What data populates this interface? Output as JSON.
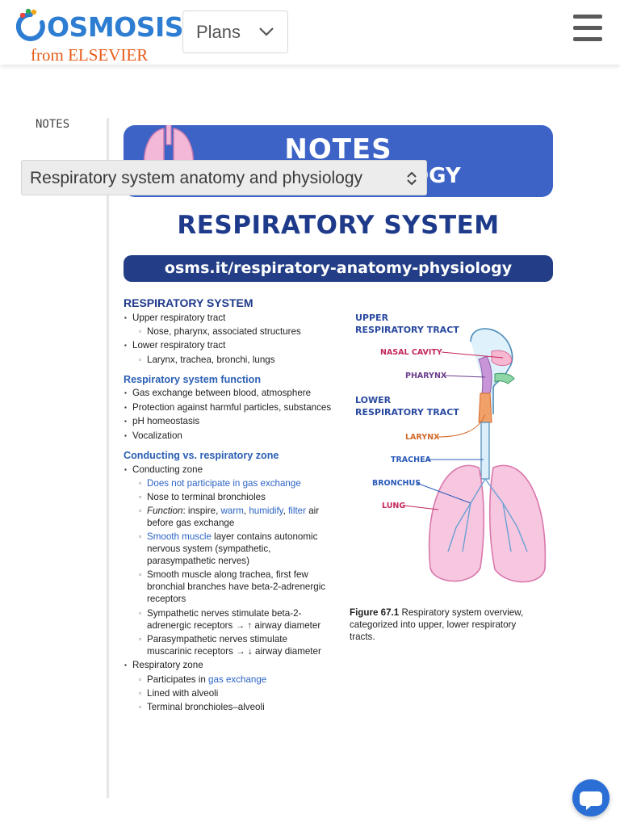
{
  "header": {
    "logo_word": "OSMOSIS",
    "logo_sub": "from ELSEVIER",
    "plans_label": "Plans",
    "brand_blue": "#2d7dd2",
    "brand_orange": "#e85c1a"
  },
  "sidebar": {
    "title": "NOTES",
    "selector_value": "Respiratory system anatomy and physiology"
  },
  "document": {
    "banner_title": "NOTES",
    "banner_subtitle_visible": "OGY",
    "chapter_title": "RESPIRATORY SYSTEM",
    "link": "osms.it/respiratory-anatomy-physiology",
    "section_title": "RESPIRATORY SYSTEM",
    "s1": {
      "i1": "Upper respiratory tract",
      "i1a": "Nose, pharynx, associated structures",
      "i2": "Lower respiratory tract",
      "i2a": "Larynx, trachea, bronchi, lungs"
    },
    "function_head": "Respiratory system function",
    "f": {
      "i1": "Gas exchange between blood, atmosphere",
      "i2": "Protection against harmful particles, substances",
      "i3": "pH homeostasis",
      "i4": "Vocalization"
    },
    "zone_head": "Conducting vs. respiratory zone",
    "z": {
      "i1": "Conducting zone",
      "a1": "Does not participate in gas exchange",
      "a2": "Nose to terminal bronchioles",
      "a3_italic": "Function",
      "a3_pre": ": inspire, ",
      "a3_warm": "warm",
      "a3_sep1": ", ",
      "a3_humidify": "humidify",
      "a3_sep2": ", ",
      "a3_filter": "filter",
      "a3_post": " air before gas exchange",
      "a4_blue": "Smooth muscle",
      "a4_rest": " layer contains autonomic nervous system (sympathetic, parasympathetic nerves)",
      "a5": "Smooth muscle along trachea, first few bronchial branches have beta-2-adrenergic receptors",
      "a6": "Sympathetic nerves stimulate beta-2-adrenergic receptors → ↑ airway diameter",
      "a7": "Parasympathetic nerves stimulate muscarinic receptors → ↓ airway diameter",
      "i2": "Respiratory zone",
      "b1_pre": "Participates in ",
      "b1_blue": "gas exchange",
      "b2": "Lined with alveoli",
      "b3": "Terminal bronchioles–alveoli"
    },
    "diagram": {
      "upper_label_1": "UPPER",
      "upper_label_2": "RESPIRATORY TRACT",
      "lower_label_1": "LOWER",
      "lower_label_2": "RESPIRATORY TRACT",
      "nasal_cavity": "NASAL CAVITY",
      "pharynx": "PHARYNX",
      "larynx": "LARYNX",
      "trachea": "TRACHEA",
      "bronchus": "BRONCHUS",
      "lung": "LUNG"
    },
    "caption_bold": "Figure 67.1",
    "caption_text": " Respiratory system overview, categorized into upper, lower  respiratory tracts."
  }
}
